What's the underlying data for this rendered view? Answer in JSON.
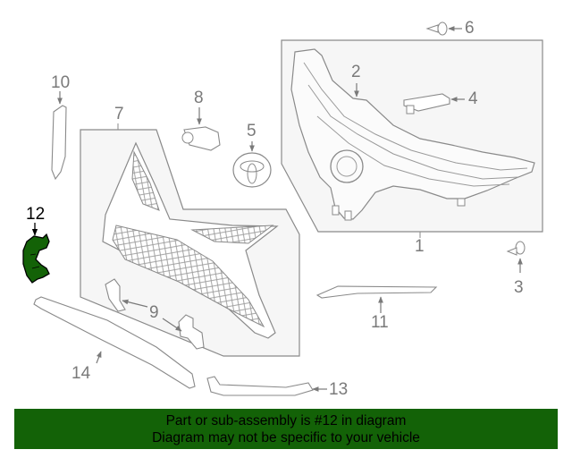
{
  "diagram": {
    "title": "Grille assembly parts diagram",
    "highlighted_part": "12",
    "highlight_color": "#136207",
    "line_color": "#8a8a8a",
    "panel_fill": "#f6f6f6",
    "callouts": [
      {
        "id": "1",
        "label": "1"
      },
      {
        "id": "2",
        "label": "2"
      },
      {
        "id": "3",
        "label": "3"
      },
      {
        "id": "4",
        "label": "4"
      },
      {
        "id": "5",
        "label": "5"
      },
      {
        "id": "6",
        "label": "6"
      },
      {
        "id": "7",
        "label": "7"
      },
      {
        "id": "8",
        "label": "8"
      },
      {
        "id": "9",
        "label": "9"
      },
      {
        "id": "10",
        "label": "10"
      },
      {
        "id": "11",
        "label": "11"
      },
      {
        "id": "12",
        "label": "12"
      },
      {
        "id": "13",
        "label": "13"
      },
      {
        "id": "14",
        "label": "14"
      }
    ]
  },
  "banner": {
    "line1": "Part or sub-assembly is #12 in diagram",
    "line2": "Diagram may not be specific to your vehicle",
    "background": "#136207"
  }
}
